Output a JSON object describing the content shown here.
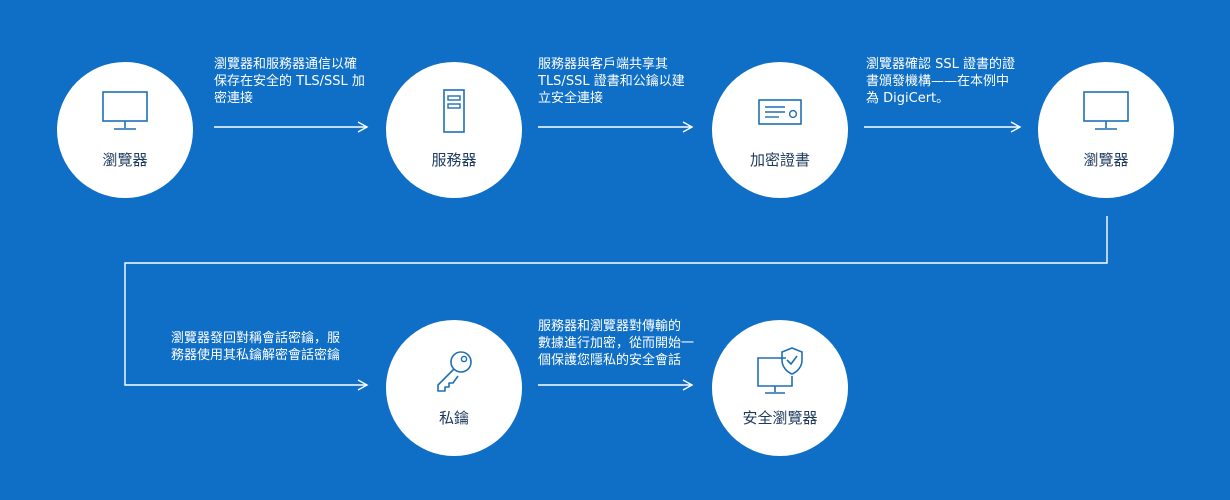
{
  "nodes": {
    "browser_start": {
      "label": "瀏覽器",
      "icon": "monitor-icon"
    },
    "server": {
      "label": "服務器",
      "icon": "server-tower-icon"
    },
    "certificate": {
      "label": "加密證書",
      "icon": "certificate-card-icon"
    },
    "browser_verify": {
      "label": "瀏覽器",
      "icon": "monitor-icon"
    },
    "private_key": {
      "label": "私鑰",
      "icon": "key-icon"
    },
    "secure_browser": {
      "label": "安全瀏覽器",
      "icon": "monitor-shield-icon"
    }
  },
  "steps": {
    "step1": [
      "瀏覽器和服務器通信以確",
      "保存在安全的 TLS/SSL 加",
      "密連接"
    ],
    "step2": [
      "服務器與客戶端共享其",
      "TLS/SSL 證書和公鑰以建",
      "立安全連接"
    ],
    "step3": [
      "瀏覽器確認 SSL 證書的證",
      "書頒發機構——在本例中",
      "為 DigiCert。"
    ],
    "step4": [
      "瀏覽器發回對稱會話密鑰，服",
      "務器使用其私鑰解密會話密鑰"
    ],
    "step5": [
      "服務器和瀏覽器對傳輸的",
      "數據進行加密，從而開始一",
      "個保護您隱私的安全會話"
    ]
  },
  "colors": {
    "background": "#0f6fc6",
    "node_fill": "#ffffff",
    "icon_stroke": "#1f6fb5",
    "label_text": "#1d3a5c",
    "flow_line": "#ffffff"
  }
}
